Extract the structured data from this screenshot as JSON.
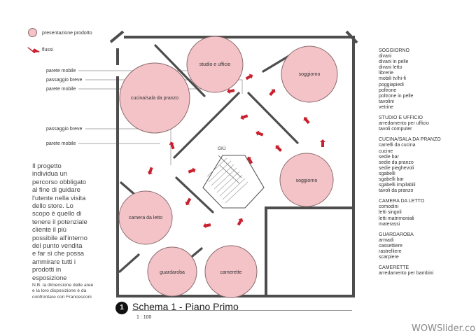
{
  "legend": {
    "presentation": "presentazione prodotto",
    "flows": "flussi"
  },
  "annotations": {
    "movable_wall_1": "parete mobile",
    "short_passage_1": "passaggio breve",
    "movable_wall_2": "parete mobile",
    "short_passage_2": "passaggio breve",
    "movable_wall_3": "parete mobile"
  },
  "rooms": {
    "studio": "studio e ufficio",
    "soggiorno_top": "soggiorno",
    "cucina": "cucina/sala da pranzo",
    "soggiorno_mid": "soggiorno",
    "camera": "camera da letto",
    "guardaroba": "guardaroba",
    "camerette": "camerette",
    "stairs": "GIÙ"
  },
  "side_list": [
    "SOGGIORNO",
    "divani",
    "divani in pelle",
    "divani letto",
    "librerie",
    "mobili tv/hi-fi",
    "poggiapiedi",
    "poltrone",
    "poltrone in pelle",
    "tavolini",
    "vetrine",
    "",
    "STUDIO E UFFICIO",
    "arredamento per ufficio",
    "tavoli computer",
    "",
    "CUCINA/SALA DA PRANZO",
    "carrelli da cucina",
    "cucine",
    "sedie bar",
    "sedie da pranzo",
    "sedie pieghevoli",
    "sgabelli",
    "sgabelli bar",
    "sgabelli impilabili",
    "tavoli da pranzo",
    "",
    "CAMERA DA LETTO",
    "comodini",
    "letti singoli",
    "letti matrimoniali",
    "materassi",
    "",
    "GUARDAROBA",
    "armadi",
    "cassettiere",
    "rastrelliere",
    "scarpiere",
    "",
    "CAMERETTE",
    "arredamento per bambini"
  ],
  "description": [
    "Il progetto",
    "individua un",
    "percorso obbligato",
    "al fine di guidare",
    "l'utente nella visita",
    "dello store. Lo",
    "scopo è quello di",
    "tenere il potenziale",
    "cliente il più",
    "possibile all'interno",
    "del punto vendita",
    "e far sì che possa",
    "ammirare tutti i",
    "prodotti in",
    "esposizione"
  ],
  "note": [
    "N.B. la dimensione delle aree",
    "e la loro disposizione è da",
    "confrontare con Francesconi"
  ],
  "schema": {
    "number": "1",
    "title": "Schema 1 - Piano Primo",
    "scale": "1 : 100"
  },
  "watermark": {
    "brand": "WOWSlider",
    "domain": ".com"
  },
  "colors": {
    "room_fill": "#f3c3c8",
    "room_stroke": "#8a6a6c",
    "wall": "#4d4d4d",
    "arrow": "#c8202e",
    "leader": "#8c8c8c"
  },
  "icons": {
    "flow_arrow": "red-arrow-icon",
    "schema_badge": "black-circle-number-icon"
  }
}
